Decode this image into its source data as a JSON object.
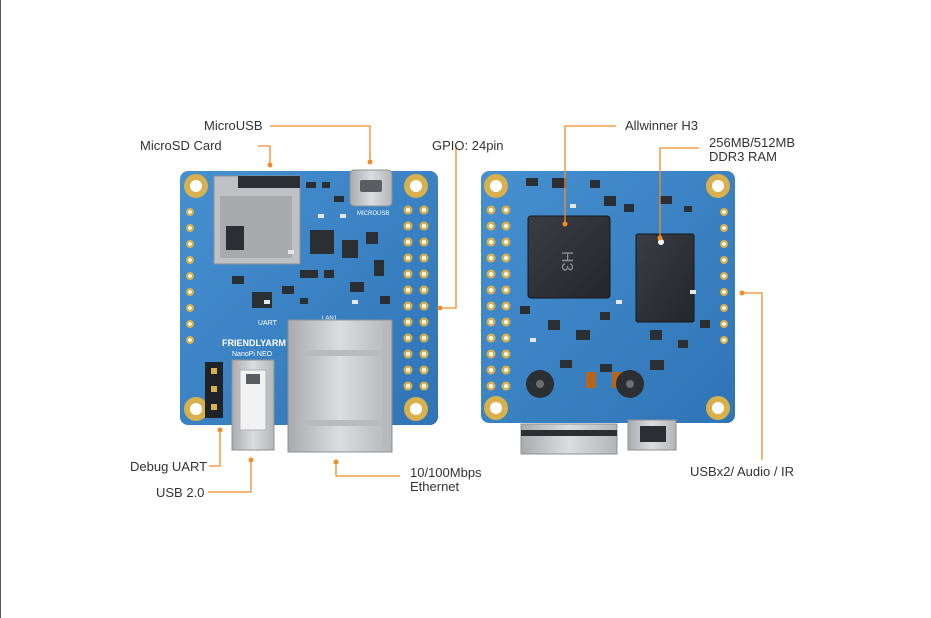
{
  "callouts": {
    "microusb": "MicroUSB",
    "microsd": "MicroSD Card",
    "gpio": "GPIO: 24pin",
    "debug_uart": "Debug UART",
    "usb20": "USB 2.0",
    "ethernet_line1": "10/100Mbps",
    "ethernet_line2": "Ethernet",
    "soc": "Allwinner H3",
    "ram_line1": "256MB/512MB",
    "ram_line2": "DDR3 RAM",
    "usb_audio_ir": "USBx2/ Audio / IR"
  },
  "board_front_text": {
    "brand": "FRIENDLYARM",
    "model": "NanoPi NEO",
    "microusb_silk": "MICROUSB",
    "lan_silk": "LAN1",
    "uart_silk": "UART"
  },
  "board_back_text": {
    "chip": "H3"
  },
  "colors": {
    "pcb_blue": "#3f86c6",
    "pcb_dark": "#2b6aa6",
    "gold_pad": "#d8b04c",
    "leader_orange": "#f28c28",
    "label_text": "#333333",
    "metal": "#c9cacc",
    "chip_black": "#2b2e33"
  }
}
